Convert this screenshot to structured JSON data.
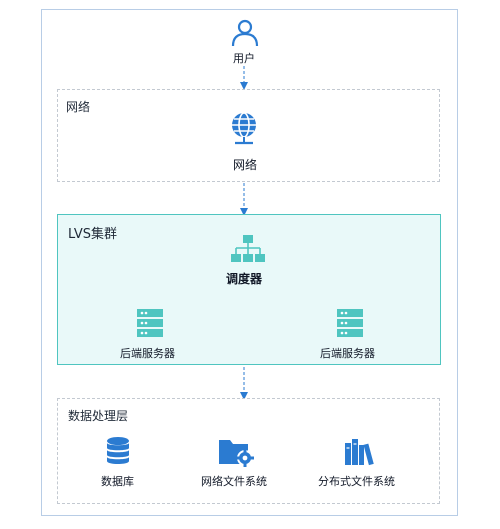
{
  "user": {
    "label": "用户",
    "icon": "user-icon"
  },
  "network_layer": {
    "title": "网络",
    "node_label": "网络",
    "icon": "globe-icon"
  },
  "lvs_cluster": {
    "title": "LVS集群",
    "scheduler": {
      "label": "调度器",
      "icon": "hierarchy-icon"
    },
    "servers": [
      {
        "label": "后端服务器",
        "icon": "server-icon"
      },
      {
        "label": "后端服务器",
        "icon": "server-icon"
      }
    ]
  },
  "data_layer": {
    "title": "数据处理层",
    "items": [
      {
        "label": "数据库",
        "icon": "database-icon"
      },
      {
        "label": "网络文件系统",
        "icon": "folder-gear-icon"
      },
      {
        "label": "分布式文件系统",
        "icon": "books-icon"
      }
    ]
  },
  "colors": {
    "accent_blue": "#2b7bd1",
    "teal": "#4fc5c0",
    "teal_fill": "#e9f9f9",
    "border": "#b8cde6"
  }
}
